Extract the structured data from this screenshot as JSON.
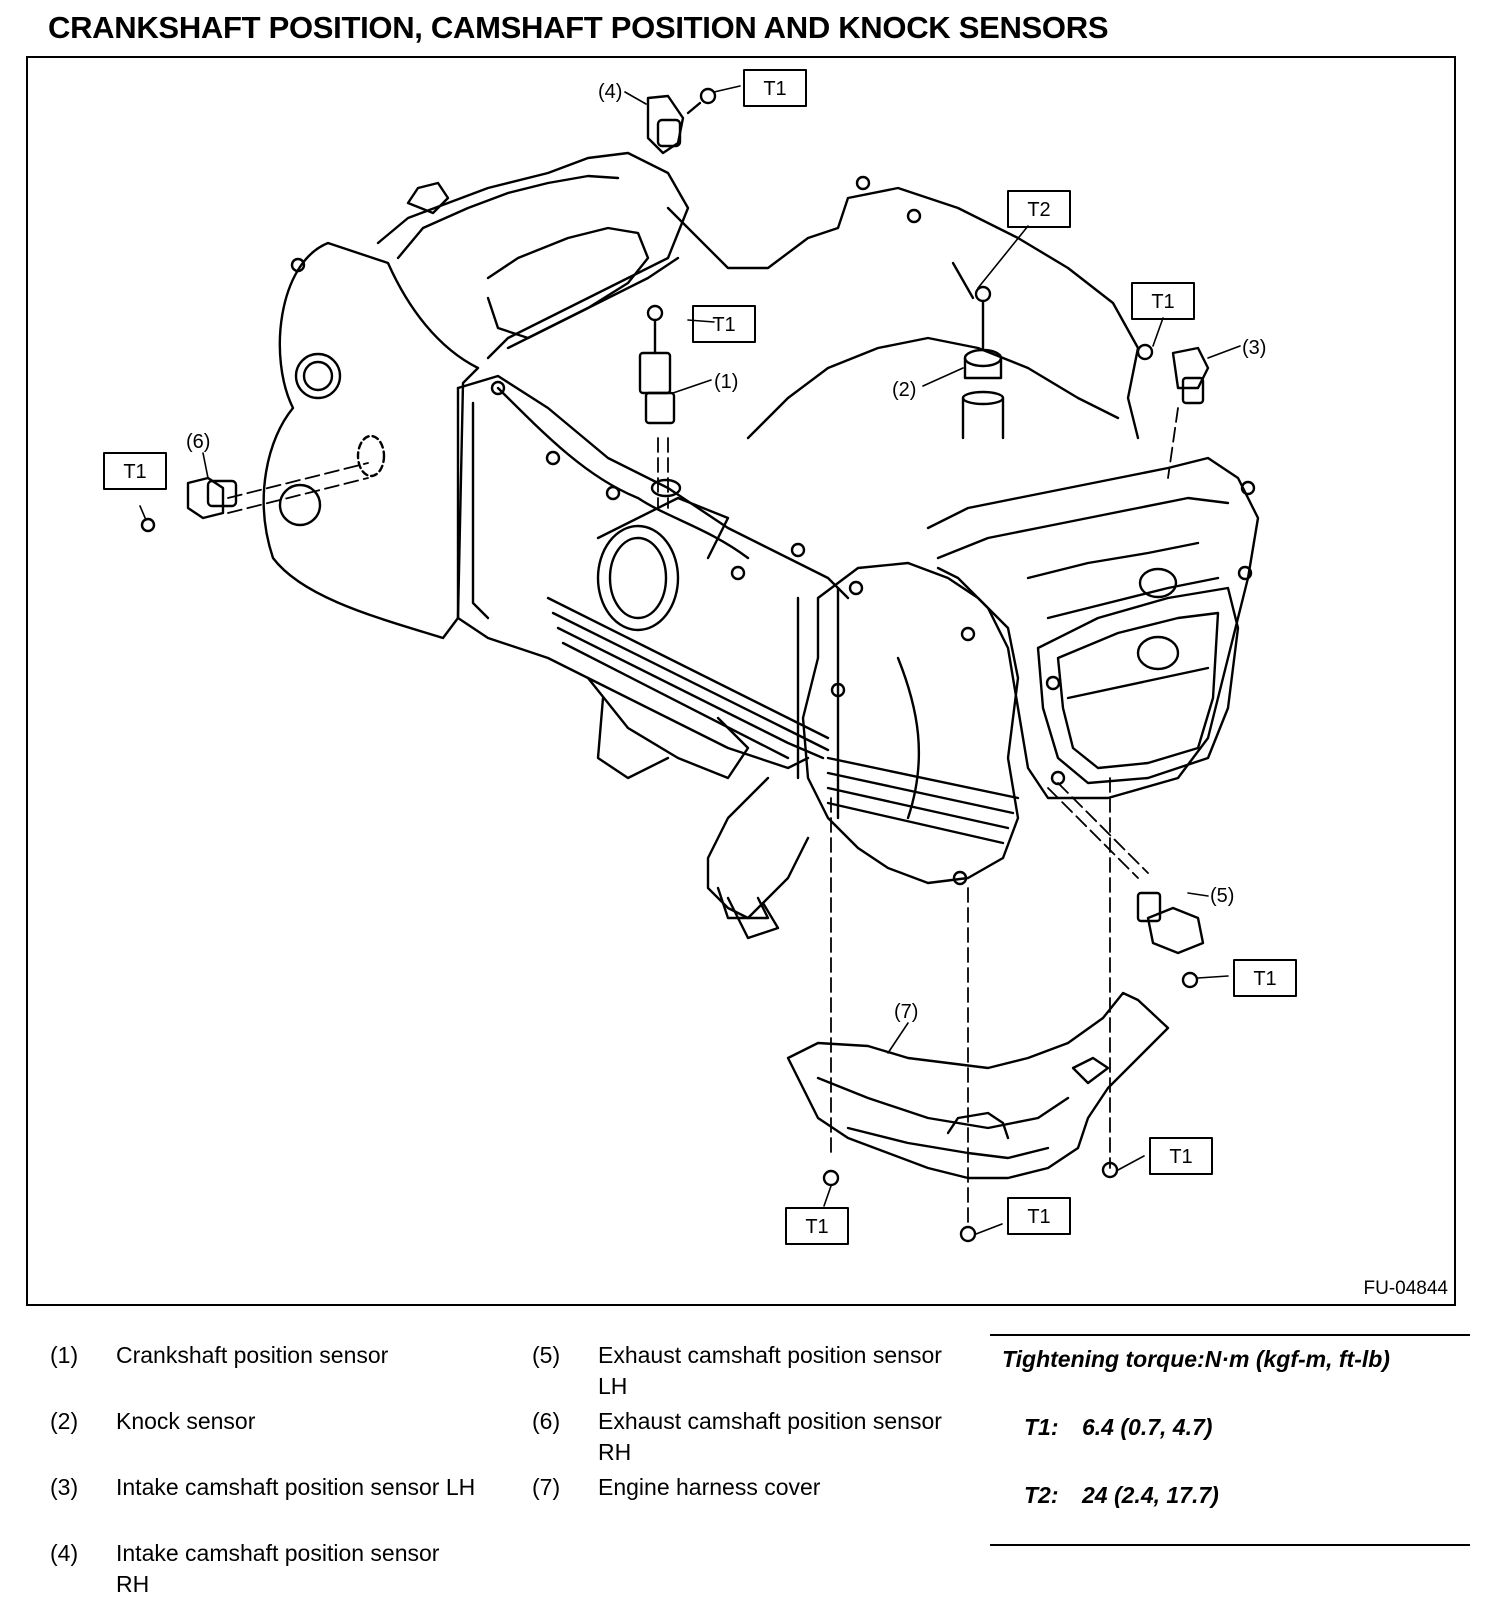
{
  "title": "CRANKSHAFT POSITION, CAMSHAFT POSITION AND KNOCK SENSORS",
  "figure_id": "FU-04844",
  "callouts": {
    "c1": "(1)",
    "c2": "(2)",
    "c3": "(3)",
    "c4": "(4)",
    "c5": "(5)",
    "c6": "(6)",
    "c7": "(7)"
  },
  "torque_tags": {
    "t_top": "T1",
    "t_knock": "T2",
    "t_right": "T1",
    "t_crank": "T1",
    "t_left": "T1",
    "t_lower_right": "T1",
    "t_bottom_right": "T1",
    "t_bottom_left": "T1",
    "t_bottom_mid": "T1"
  },
  "legend": {
    "items": [
      {
        "num": "(1)",
        "text": "Crankshaft position sensor"
      },
      {
        "num": "(2)",
        "text": "Knock sensor"
      },
      {
        "num": "(3)",
        "text": "Intake camshaft position sensor LH"
      },
      {
        "num": "(4)",
        "text": "Intake camshaft position sensor RH"
      },
      {
        "num": "(5)",
        "text": "Exhaust camshaft position sensor LH"
      },
      {
        "num": "(6)",
        "text": "Exhaust camshaft position sensor RH"
      },
      {
        "num": "(7)",
        "text": "Engine harness cover"
      }
    ]
  },
  "torque": {
    "heading": "Tightening torque:N·m (kgf-m, ft-lb)",
    "rows": [
      {
        "key": "T1:",
        "value": "6.4 (0.7, 4.7)"
      },
      {
        "key": "T2:",
        "value": "24 (2.4, 17.7)"
      }
    ]
  }
}
